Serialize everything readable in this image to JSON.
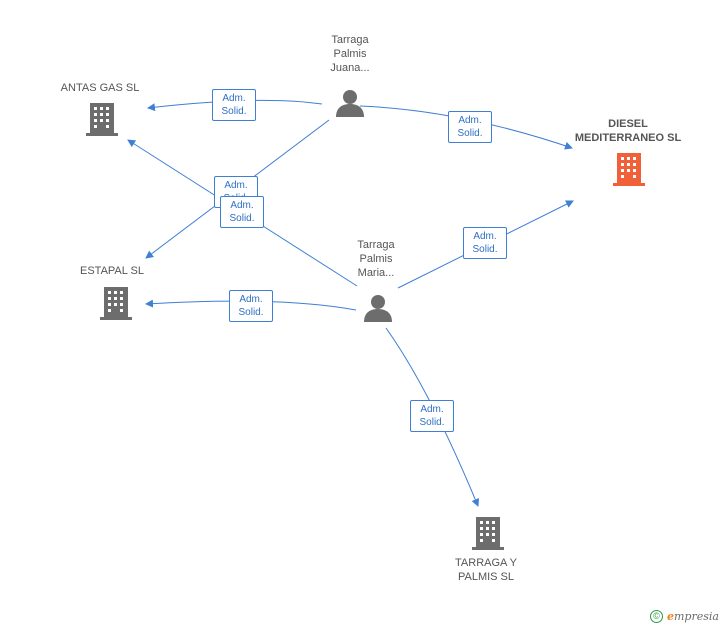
{
  "nodes": {
    "antas_gas": {
      "type": "company",
      "label": "ANTAS GAS  SL",
      "color": "#6d6d6d"
    },
    "estapal": {
      "type": "company",
      "label": "ESTAPAL SL",
      "color": "#6d6d6d"
    },
    "diesel": {
      "type": "company",
      "label": "DIESEL\nMEDITERRANEO SL",
      "color": "#f0613a"
    },
    "tarraga_y_palmis": {
      "type": "company",
      "label": "TARRAGA Y\nPALMIS SL",
      "color": "#6d6d6d"
    },
    "juana": {
      "type": "person",
      "label": "Tarraga\nPalmis\nJuana...",
      "color": "#6d6d6d"
    },
    "maria": {
      "type": "person",
      "label": "Tarraga\nPalmis\nMaria...",
      "color": "#6d6d6d"
    }
  },
  "edges": [
    {
      "from": "juana",
      "to": "antas_gas",
      "label": [
        "Adm.",
        "Solid."
      ]
    },
    {
      "from": "juana",
      "to": "diesel",
      "label": [
        "Adm.",
        "Solid."
      ]
    },
    {
      "from": "juana",
      "to": "estapal",
      "label": [
        "Adm.",
        "Solid."
      ]
    },
    {
      "from": "maria",
      "to": "antas_gas",
      "label": [
        "Adm.",
        "Solid."
      ]
    },
    {
      "from": "maria",
      "to": "estapal",
      "label": [
        "Adm.",
        "Solid."
      ]
    },
    {
      "from": "maria",
      "to": "diesel",
      "label": [
        "Adm.",
        "Solid."
      ]
    },
    {
      "from": "maria",
      "to": "tarraga_y_palmis",
      "label": [
        "Adm.",
        "Solid."
      ]
    }
  ],
  "edge_color": "#3f7fd4",
  "copyright": {
    "symbol": "©",
    "brand_initial": "e",
    "brand_rest": "mpresia"
  }
}
